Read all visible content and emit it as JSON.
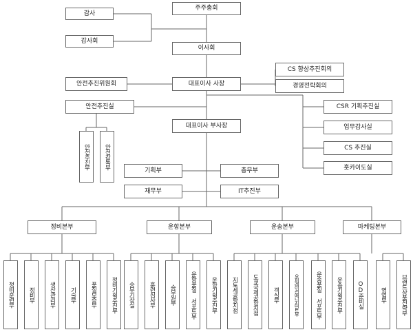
{
  "top": {
    "shareholders": "주주총회",
    "auditor": "감사",
    "audit_committee": "감사회",
    "board": "이사회",
    "ceo": "대표이사 사장",
    "safety_committee": "안전추진위원회",
    "cs_committee": "CS 향상추진회의",
    "strategy_meeting": "경영전략회의",
    "safety_office": "안전추진실",
    "vice_president": "대표이사 부사장"
  },
  "safety_sub": [
    "안전추진부",
    "안전감독부"
  ],
  "staff": {
    "csr": "CSR 기획추진실",
    "audit": "업무감사실",
    "cs": "CS 추진실",
    "hokkaido": "홋카이도실"
  },
  "vp_depts": {
    "planning": "기획부",
    "general": "총무부",
    "finance": "재무부",
    "it": "IT추진부"
  },
  "divisions": [
    {
      "name": "정비본부",
      "depts": [
        "정비훈련부",
        "정비부",
        "생산관리부",
        "기술부",
        "품질보증부",
        "정비기획추진부"
      ]
    },
    {
      "name": "운항본부",
      "depts": [
        "승무기장실",
        "훈련심사부",
        "승무원부",
        "운항품질 서포트부",
        "운항기획추진부"
      ]
    },
    {
      "name": "운송본부",
      "depts": [
        "지토세공항지점",
        "도쿄국제공항지점",
        "객실부",
        "오퍼레이션매니지먼트부",
        "운송품질 서포트부",
        "운송기획추진부",
        "OD준비실"
      ]
    },
    {
      "name": "마케팅본부",
      "depts": [
        "영업부",
        "브랜드상품전략부"
      ]
    }
  ]
}
